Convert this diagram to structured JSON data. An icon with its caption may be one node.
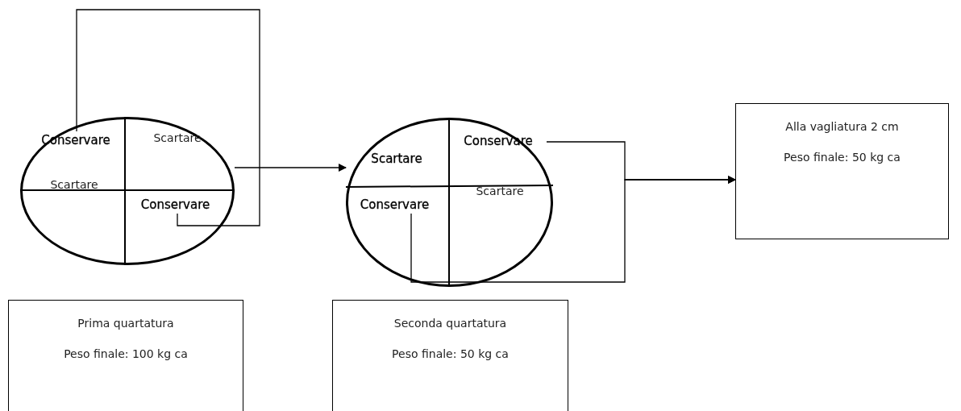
{
  "diagram": {
    "nodes": [
      {
        "text": [],
        "shape": "circle"
      },
      {
        "text": [
          "Conservare"
        ],
        "in": 0
      },
      {
        "text": [
          "Scartare"
        ],
        "in": 0
      },
      {
        "text": [
          "Scartare"
        ],
        "in": 0
      },
      {
        "text": [
          "Conservare"
        ],
        "in": 0
      },
      {
        "text": [],
        "shape": "circle"
      },
      {
        "text": [
          "Scartare"
        ],
        "in": 5
      },
      {
        "text": [
          "Conservare"
        ],
        "in": 5
      },
      {
        "text": [
          "Conservare"
        ],
        "in": 5
      },
      {
        "text": [
          "Scartare"
        ],
        "in": 5
      },
      {
        "text": [
          "Alla vagliatura 2 cm",
          "Peso finale: 50 kg ca"
        ]
      },
      {
        "text": [
          "Prima quartatura",
          "Peso finale: 100 kg ca"
        ]
      },
      {
        "text": [
          "Seconda quartatura",
          "Peso finale: 50 kg ca"
        ]
      }
    ],
    "edges": [
      {
        "from": 1,
        "to": 4,
        "arrow": "none"
      },
      {
        "from": 0,
        "to": 5,
        "arrow": "to"
      },
      {
        "from": 7,
        "to": 10,
        "arrow": "to"
      },
      {
        "from": 8,
        "to": 10,
        "arrow": "to"
      }
    ]
  }
}
